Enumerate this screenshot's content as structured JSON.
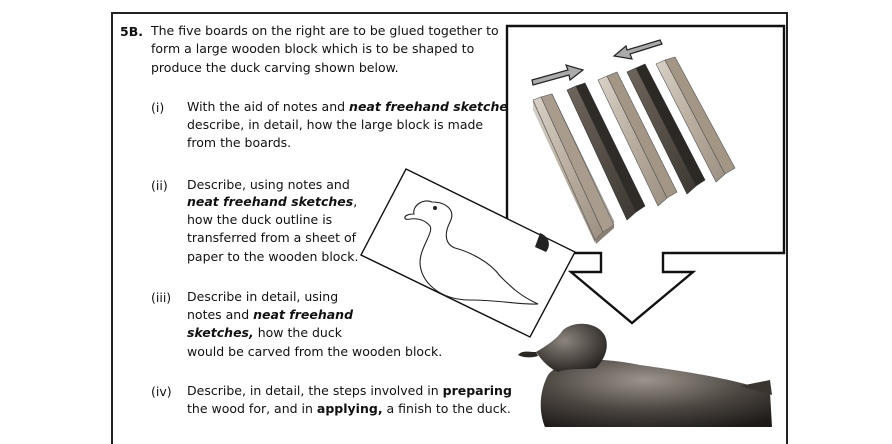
{
  "question": {
    "number": "5B.",
    "intro": [
      "The five boards on the right are to be glued together to",
      "form a large wooden block which is to be shaped to",
      "produce the duck carving shown below."
    ]
  },
  "parts": [
    {
      "label": "(i)",
      "lines": [
        {
          "pre": "With the aid of notes and ",
          "emph": "neat freehand sketches",
          "post": ","
        },
        {
          "pre": "describe, in detail, how the large block is made",
          "emph": "",
          "post": ""
        },
        {
          "pre": "from the boards.",
          "emph": "",
          "post": ""
        }
      ]
    },
    {
      "label": "(ii)",
      "lines": [
        {
          "pre": "Describe, using notes and",
          "emph": "",
          "post": ""
        },
        {
          "pre": "",
          "emph": "neat freehand sketches",
          "post": ","
        },
        {
          "pre": "how the duck outline is",
          "emph": "",
          "post": ""
        },
        {
          "pre": "transferred from a sheet of",
          "emph": "",
          "post": ""
        },
        {
          "pre": "paper to the wooden block.",
          "emph": "",
          "post": ""
        }
      ]
    },
    {
      "label": "(iii)",
      "lines": [
        {
          "pre": "Describe in detail, using",
          "emph": "",
          "post": ""
        },
        {
          "pre": "notes and ",
          "emph": "neat freehand",
          "post": ""
        },
        {
          "pre": "",
          "emph": "sketches,",
          "post": " how the duck"
        },
        {
          "pre": "would be carved from the wooden block.",
          "emph": "",
          "post": ""
        }
      ]
    },
    {
      "label": "(iv)",
      "lines": [
        {
          "pre": "Describe, in detail, the steps involved in ",
          "bold": "preparing",
          "post": ""
        },
        {
          "pre": "the wood for, and in ",
          "bold": "applying,",
          "post": " a finish to the duck."
        }
      ]
    }
  ]
}
